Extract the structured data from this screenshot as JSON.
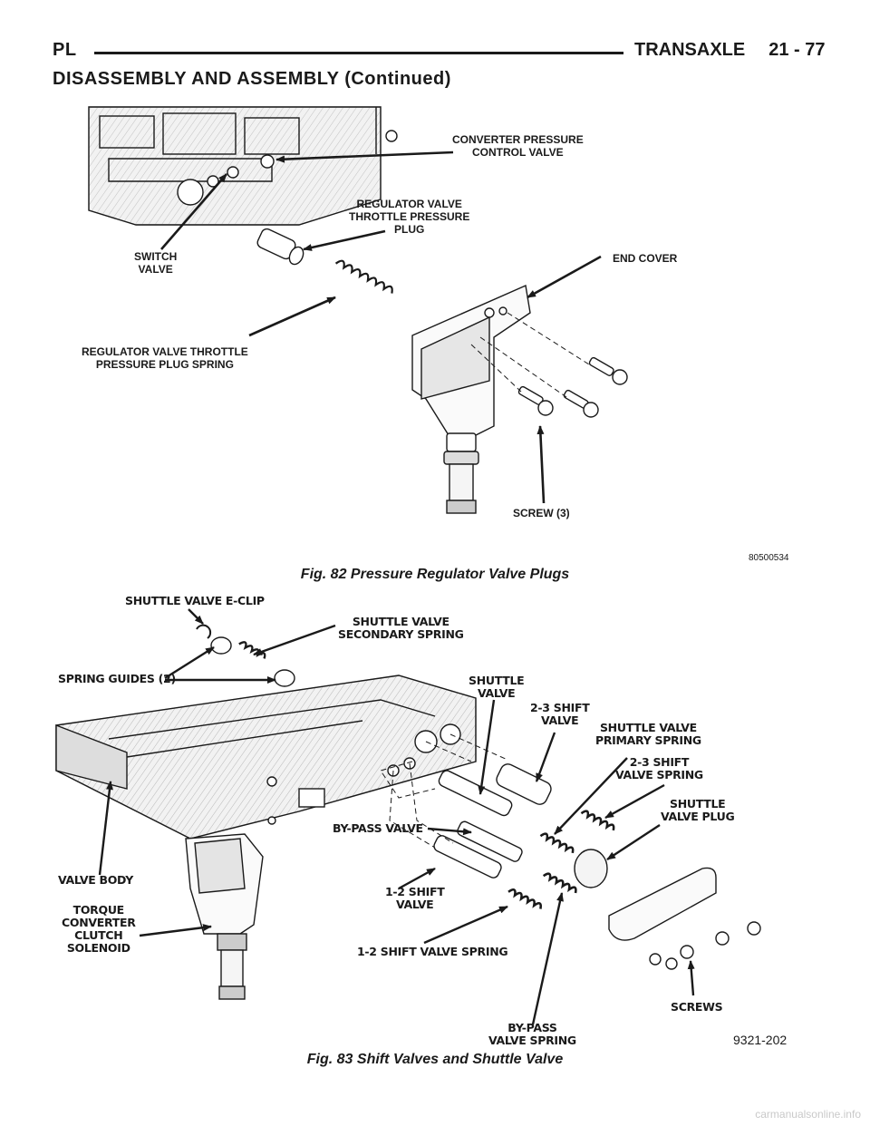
{
  "header": {
    "left": "PL",
    "section": "TRANSAXLE",
    "page": "21 - 77"
  },
  "section_title": "DISASSEMBLY AND ASSEMBLY (Continued)",
  "fig82": {
    "caption": "Fig. 82 Pressure Regulator Valve Plugs",
    "id": "80500534",
    "labels": {
      "converter": "CONVERTER PRESSURE\nCONTROL VALVE",
      "regplug": "REGULATOR VALVE\nTHROTTLE PRESSURE\nPLUG",
      "switch": "SWITCH\nVALVE",
      "endcover": "END COVER",
      "spring": "REGULATOR VALVE THROTTLE\nPRESSURE PLUG SPRING",
      "screw": "SCREW (3)"
    }
  },
  "fig83": {
    "caption": "Fig. 83 Shift Valves and Shuttle Valve",
    "id": "9321-202",
    "labels": {
      "eclip": "SHUTTLE VALVE E-CLIP",
      "secondary": "SHUTTLE VALVE\nSECONDARY SPRING",
      "guides": "SPRING GUIDES (2)",
      "shuttle": "SHUTTLE\nVALVE",
      "shift23": "2-3 SHIFT\nVALVE",
      "primary": "SHUTTLE VALVE\nPRIMARY SPRING",
      "spring23": "2-3 SHIFT\nVALVE SPRING",
      "plug": "SHUTTLE\nVALVE PLUG",
      "bypass": "BY-PASS VALVE",
      "body": "VALVE BODY",
      "shift12": "1-2 SHIFT\nVALVE",
      "solenoid": "TORQUE\nCONVERTER\nCLUTCH\nSOLENOID",
      "spring12": "1-2 SHIFT VALVE SPRING",
      "screws": "SCREWS",
      "bypassspring": "BY-PASS\nVALVE SPRING"
    }
  },
  "footer": "carmanualsonline.info"
}
